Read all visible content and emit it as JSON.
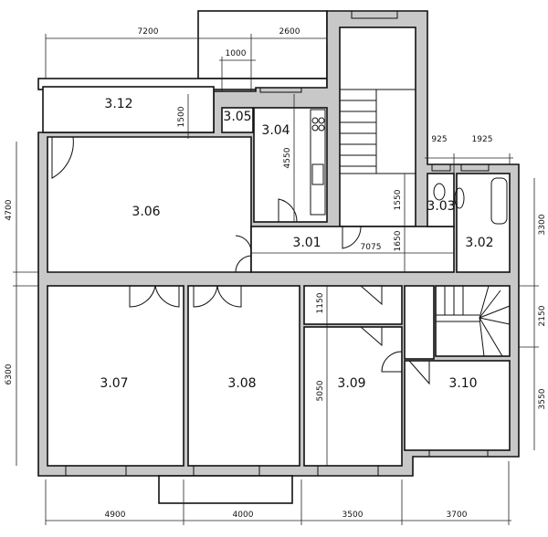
{
  "rooms": {
    "r312": "3.12",
    "r305": "3.05",
    "r304": "3.04",
    "r306": "3.06",
    "r301": "3.01",
    "r303": "3.03",
    "r302": "3.02",
    "r307": "3.07",
    "r308": "3.08",
    "r309": "3.09",
    "r310": "3.10"
  },
  "dimensions": {
    "top_7200": "7200",
    "top_2600": "2600",
    "top_1000": "1000",
    "v_1500": "1500",
    "v_4550": "4550",
    "h_925": "925",
    "h_1925": "1925",
    "v_1550": "1550",
    "v_1650": "1650",
    "h_7075": "7075",
    "left_4700": "4700",
    "left_6300": "6300",
    "right_3300": "3300",
    "right_2150": "2150",
    "right_3550": "3550",
    "v_1150": "1150",
    "v_5050": "5050",
    "bottom_4900": "4900",
    "bottom_4000": "4000",
    "bottom_3500": "3500",
    "bottom_3700": "3700"
  }
}
